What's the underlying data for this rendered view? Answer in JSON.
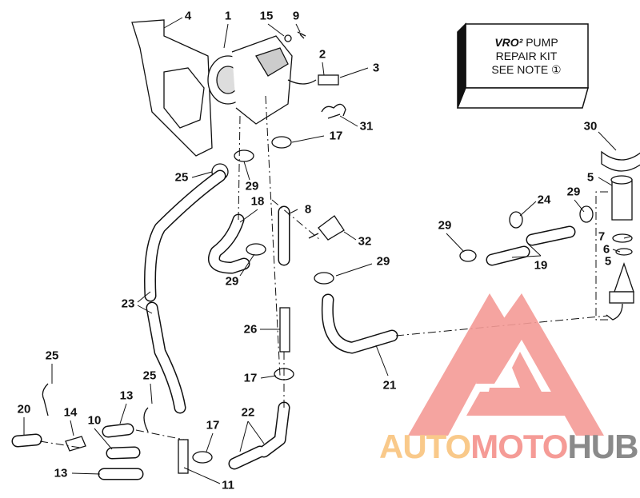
{
  "kit_box": {
    "line1_brand": "VRO²",
    "line1_rest": " PUMP",
    "line2": "REPAIR KIT",
    "line3": "SEE NOTE ①"
  },
  "callouts": [
    "4",
    "1",
    "15",
    "9",
    "2",
    "3",
    "31",
    "17",
    "25",
    "29",
    "18",
    "8",
    "24",
    "29",
    "30",
    "5",
    "7",
    "6",
    "5",
    "29",
    "32",
    "19",
    "29",
    "29",
    "23",
    "26",
    "17",
    "21",
    "25",
    "25",
    "13",
    "22",
    "20",
    "14",
    "10",
    "17",
    "13",
    "11"
  ],
  "watermark": {
    "part1": "AUTO",
    "part2": "MOTO",
    "part3": "HUB",
    "colors": {
      "auto": "#f9c98a",
      "moto": "#f59b96",
      "hub": "#8a8a8a",
      "logo": "#f59b96"
    }
  }
}
